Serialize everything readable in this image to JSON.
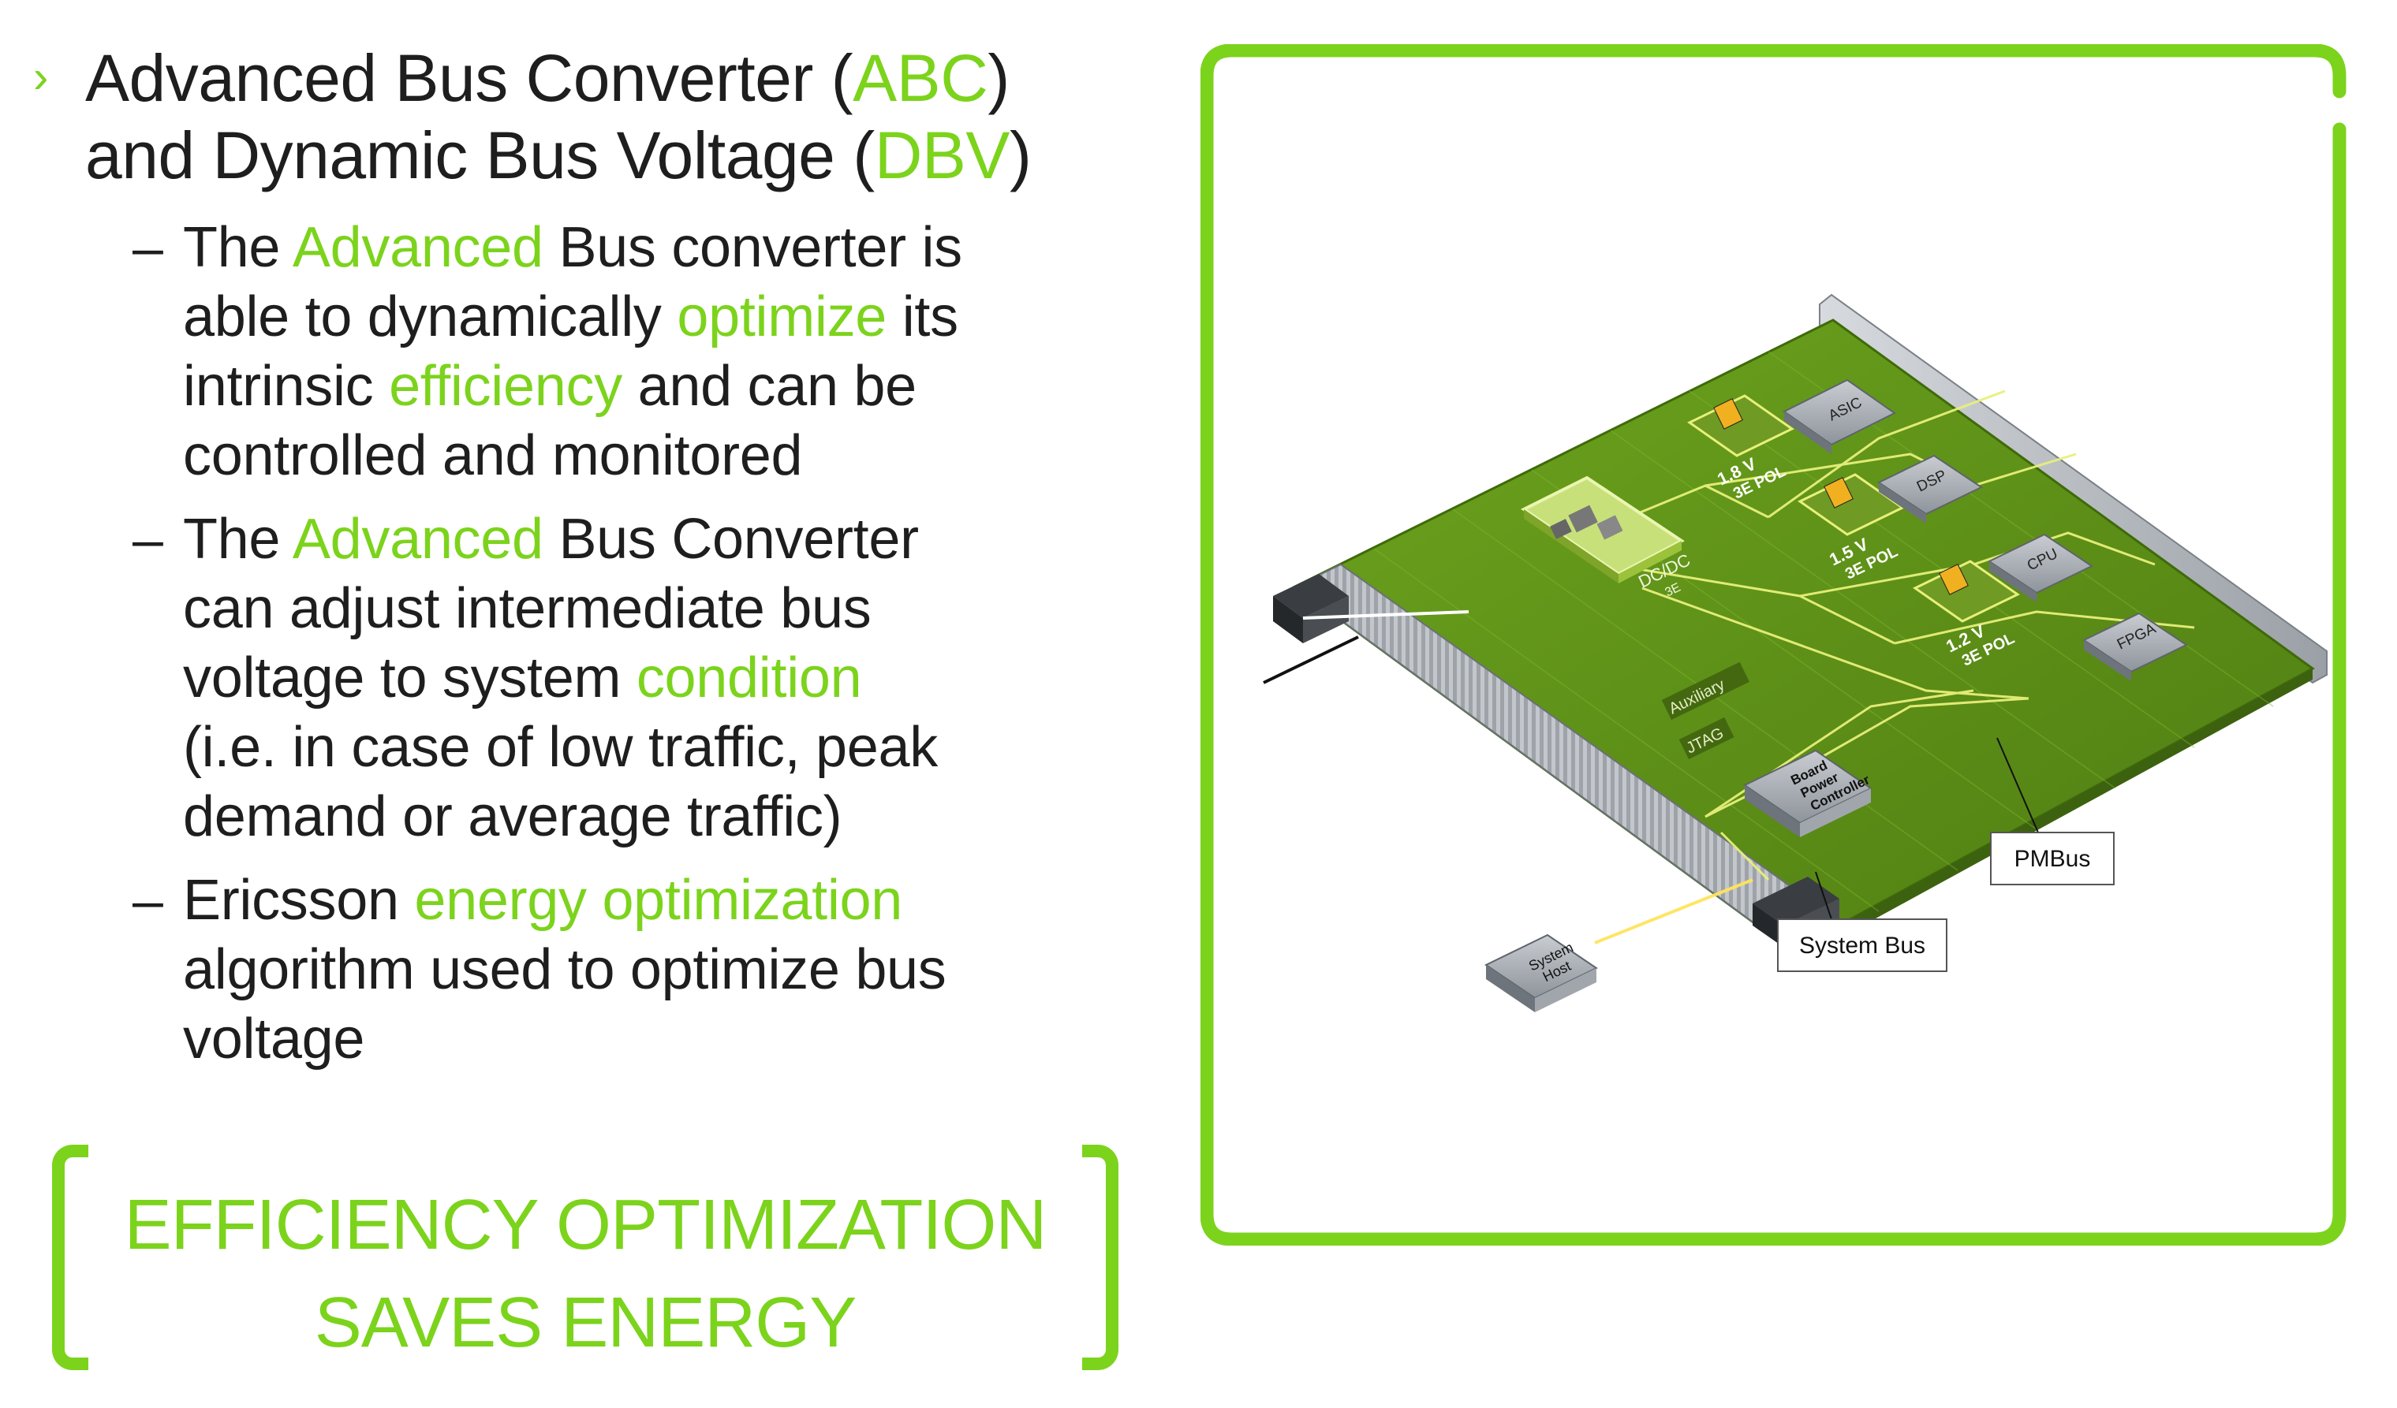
{
  "main_bullet": {
    "parts": [
      "Advanced Bus Converter (",
      "ABC",
      ")",
      "and Dynamic Bus Voltage (",
      "DBV",
      ")"
    ]
  },
  "bullets": [
    {
      "lines": [
        [
          "The ",
          "Advanced",
          " Bus converter is"
        ],
        [
          "able to dynamically ",
          "optimize",
          " its"
        ],
        [
          "intrinsic ",
          "efficiency",
          " and can be"
        ],
        [
          "controlled and monitored"
        ]
      ]
    },
    {
      "lines": [
        [
          "The ",
          "Advanced",
          " Bus Converter"
        ],
        [
          "can adjust intermediate bus"
        ],
        [
          "voltage to system ",
          "condition"
        ],
        [
          "(i.e. in case of low traffic, peak"
        ],
        [
          "demand or average traffic)"
        ]
      ]
    },
    {
      "lines": [
        [
          "Ericsson ",
          "energy optimization"
        ],
        [
          "algorithm used to optimize bus"
        ],
        [
          "voltage"
        ]
      ]
    }
  ],
  "callout": {
    "line1": "EFFICIENCY OPTIMIZATION",
    "line2": "SAVES ENERGY"
  },
  "diagram": {
    "labels": {
      "asic": "ASIC",
      "dsp": "DSP",
      "cpu": "CPU",
      "fpga": "FPGA",
      "pol1_v": "1.8 V",
      "pol1_t": "3E POL",
      "pol2_v": "1.5 V",
      "pol2_t": "3E POL",
      "pol3_v": "1.2 V",
      "pol3_t": "3E POL",
      "dcdc": "DC/DC",
      "dcdc_sub": "3E",
      "auxiliary": "Auxiliary",
      "jtag": "JTAG",
      "bpc1": "Board",
      "bpc2": "Power",
      "bpc3": "Controller",
      "pmbus": "PMBus",
      "system_bus": "System Bus",
      "host1": "System",
      "host2": "Host"
    },
    "colors": {
      "accent": "#7cd31c",
      "board": "#5e8f18",
      "trace": "#e8f07a"
    }
  }
}
